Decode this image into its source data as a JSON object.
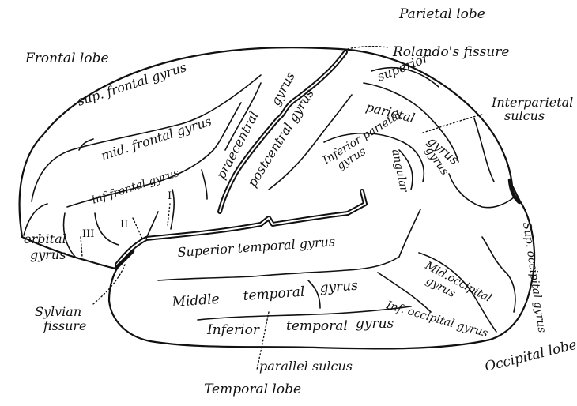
{
  "figure": {
    "lobes": {
      "frontal": "Frontal lobe",
      "parietal": "Parietal lobe",
      "occipital": "Occipital lobe",
      "temporal": "Temporal lobe"
    },
    "fissures": {
      "rolando": "Rolando's fissure",
      "sylvian_line1": "Sylvian",
      "sylvian_line2": "fissure",
      "interparietal_line1": "Interparietal",
      "interparietal_line2": "sulcus",
      "parallel": "parallel sulcus"
    },
    "gyri": {
      "sup_frontal": "sup. frontal gyrus",
      "mid_frontal": "mid. frontal gyrus",
      "inf_frontal": "inf frontal gyrus",
      "orbital_line1": "orbital",
      "orbital_line2": "gyrus",
      "precentral_1": "gyrus",
      "precentral_2": "praecentral",
      "postcentral": "postcentral gyrus",
      "superior_parietal": "superior",
      "parietal": "parietal",
      "parietal_gyrus": "gyrus",
      "inferior_parietal_1": "Inferior parietal",
      "inferior_parietal_2": "gyrus",
      "angular_1": "angular",
      "angular_2": "gyrus",
      "superior_temporal": "Superior temporal gyrus",
      "middle_temporal_1": "Middle",
      "middle_temporal_2": "temporal",
      "middle_temporal_3": "gyrus",
      "inferior_temporal_1": "Inferior",
      "inferior_temporal_2": "temporal",
      "inferior_temporal_3": "gyrus",
      "mid_occipital_1": "Mid.occipital",
      "mid_occipital_2": "gyrus",
      "inf_occipital": "Inf. occipital gyrus",
      "sup_occipital": "Sup. occipital gyrus"
    },
    "roman_numerals": {
      "one": "I",
      "two": "II",
      "three": "III"
    }
  }
}
